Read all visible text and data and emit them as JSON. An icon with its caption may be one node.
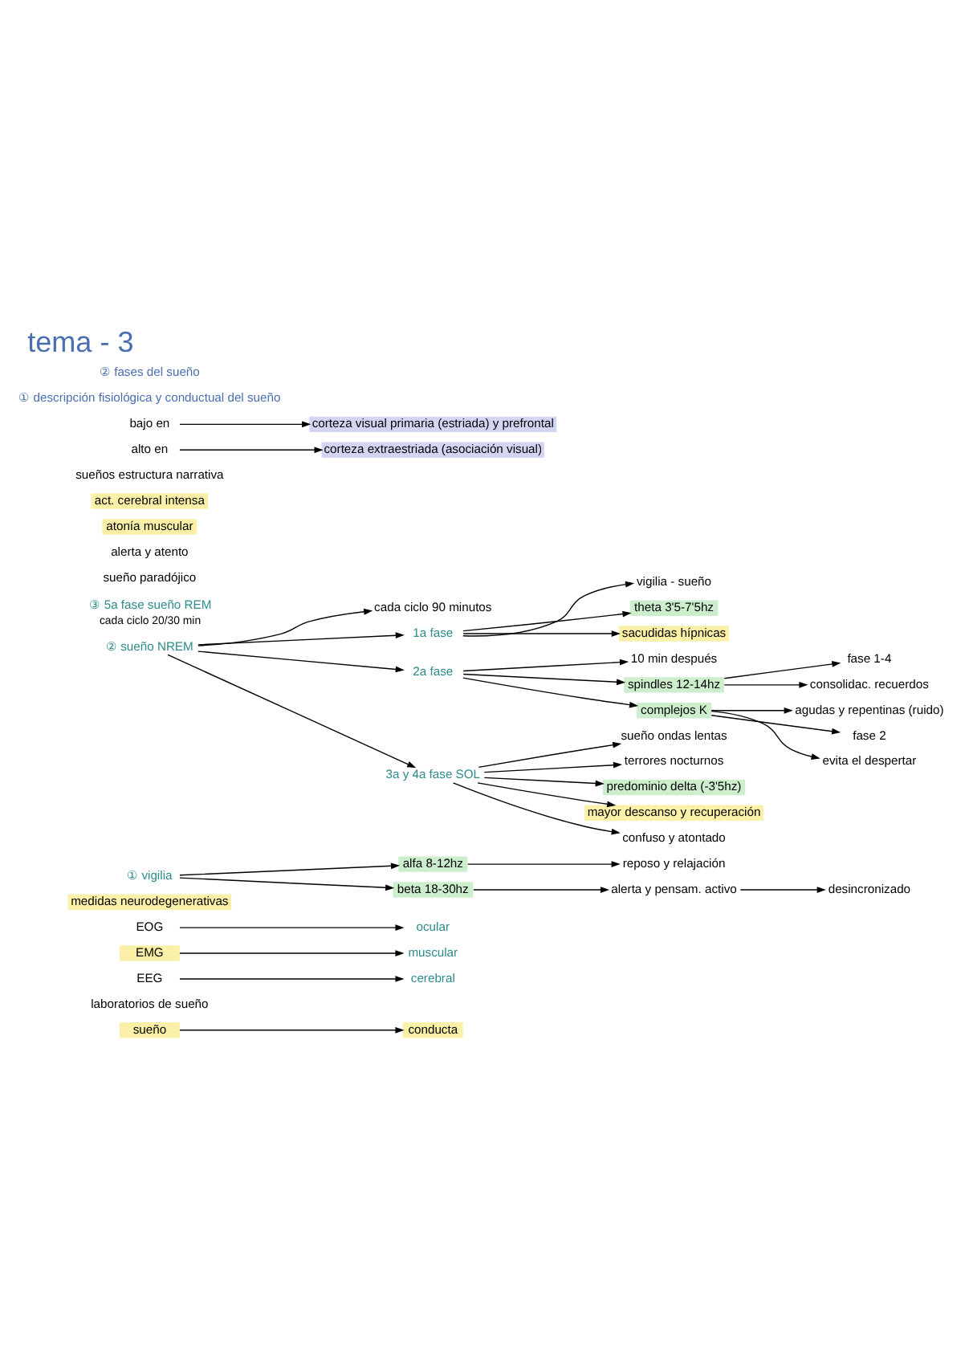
{
  "diagram": {
    "title": "tema - 3",
    "nodes": [
      {
        "text": [
          "sueño"
        ]
      },
      {
        "text": [
          "conducta"
        ]
      },
      {
        "text": [
          "laboratorios de sueño"
        ]
      },
      {
        "text": [
          "EEG"
        ]
      },
      {
        "text": [
          "cerebral"
        ]
      },
      {
        "text": [
          "EMG"
        ]
      },
      {
        "text": [
          "muscular"
        ]
      },
      {
        "text": [
          "EOG"
        ]
      },
      {
        "text": [
          "ocular"
        ]
      },
      {
        "text": [
          "medidas neurodegenerativas"
        ]
      },
      {
        "text": [
          "① vigilia"
        ]
      },
      {
        "text": [
          "alfa 8-12hz"
        ]
      },
      {
        "text": [
          "reposo y relajación"
        ]
      },
      {
        "text": [
          "beta 18-30hz"
        ]
      },
      {
        "text": [
          "alerta y pensam. activo"
        ]
      },
      {
        "text": [
          "desincronizado"
        ]
      },
      {
        "text": [
          "② sueño NREM"
        ]
      },
      {
        "text": [
          "cada ciclo 90 minutos"
        ]
      },
      {
        "text": [
          "1a fase"
        ]
      },
      {
        "text": [
          "vigilia - sueño"
        ]
      },
      {
        "text": [
          "theta 3'5-7'5hz"
        ]
      },
      {
        "text": [
          "sacudidas hípnicas"
        ]
      },
      {
        "text": [
          "2a fase"
        ]
      },
      {
        "text": [
          "10 min después"
        ]
      },
      {
        "text": [
          "spindles 12-14hz"
        ]
      },
      {
        "text": [
          "fase 1-4"
        ]
      },
      {
        "text": [
          "consolidac. recuerdos"
        ]
      },
      {
        "text": [
          "complejos K"
        ]
      },
      {
        "text": [
          "agudas y repentinas (ruido)"
        ]
      },
      {
        "text": [
          "fase 2"
        ]
      },
      {
        "text": [
          "evita el despertar"
        ]
      },
      {
        "text": [
          "3a y 4a fase SOL"
        ]
      },
      {
        "text": [
          "sueño ondas lentas"
        ]
      },
      {
        "text": [
          "terrores nocturnos"
        ]
      },
      {
        "text": [
          "predominio delta (-3'5hz)"
        ]
      },
      {
        "text": [
          "mayor descanso y recuperación"
        ]
      },
      {
        "text": [
          "confuso y atontado"
        ]
      },
      {
        "text": [
          "③ 5a fase sueño REM"
        ],
        "beside": [
          "cada ciclo 20/30 min"
        ]
      },
      {
        "text": [
          "sueño paradójico"
        ]
      },
      {
        "text": [
          "alerta y atento"
        ]
      },
      {
        "text": [
          "atonía muscular"
        ]
      },
      {
        "text": [
          "act. cerebral intensa"
        ]
      },
      {
        "text": [
          "sueños estructura narrativa"
        ]
      },
      {
        "text": [
          "alto en"
        ]
      },
      {
        "text": [
          "corteza extraestriada (asociación visual)"
        ]
      },
      {
        "text": [
          "bajo en"
        ]
      },
      {
        "text": [
          "corteza visual primaria (estriada) y prefrontal"
        ]
      }
    ],
    "edges": [
      {
        "from": 0,
        "to": 1,
        "arrow": "to"
      },
      {
        "from": 3,
        "to": 4,
        "arrow": "to"
      },
      {
        "from": 5,
        "to": 6,
        "arrow": "to"
      },
      {
        "from": 7,
        "to": 8,
        "arrow": "to"
      },
      {
        "from": 10,
        "to": 11,
        "arrow": "to"
      },
      {
        "from": 11,
        "to": 12,
        "arrow": "to"
      },
      {
        "from": 10,
        "to": 13,
        "arrow": "to"
      },
      {
        "from": 13,
        "to": 14,
        "arrow": "to"
      },
      {
        "from": 14,
        "to": 15,
        "arrow": "to"
      },
      {
        "from": 16,
        "to": 17,
        "arrow": "to"
      },
      {
        "from": 16,
        "to": 18,
        "arrow": "to"
      },
      {
        "from": 16,
        "to": 22,
        "arrow": "to"
      },
      {
        "from": 16,
        "to": 31,
        "arrow": "to"
      },
      {
        "from": 18,
        "to": 19,
        "arrow": "to"
      },
      {
        "from": 18,
        "to": 20,
        "arrow": "to"
      },
      {
        "from": 18,
        "to": 21,
        "arrow": "to"
      },
      {
        "from": 22,
        "to": 23,
        "arrow": "to"
      },
      {
        "from": 22,
        "to": 24,
        "arrow": "to"
      },
      {
        "from": 22,
        "to": 27,
        "arrow": "to"
      },
      {
        "from": 24,
        "to": 25,
        "arrow": "to"
      },
      {
        "from": 24,
        "to": 26,
        "arrow": "to"
      },
      {
        "from": 27,
        "to": 28,
        "arrow": "to"
      },
      {
        "from": 27,
        "to": 29,
        "arrow": "to"
      },
      {
        "from": 27,
        "to": 30,
        "arrow": "to"
      },
      {
        "from": 31,
        "to": 32,
        "arrow": "to"
      },
      {
        "from": 31,
        "to": 33,
        "arrow": "to"
      },
      {
        "from": 31,
        "to": 34,
        "arrow": "to"
      },
      {
        "from": 31,
        "to": 35,
        "arrow": "to"
      },
      {
        "from": 31,
        "to": 36,
        "arrow": "to"
      },
      {
        "from": 43,
        "to": 44,
        "arrow": "to"
      },
      {
        "from": 45,
        "to": 46,
        "arrow": "to"
      }
    ],
    "labels": [
      "① descripción fisiológica y conductual del sueño",
      "② fases del sueño"
    ]
  }
}
